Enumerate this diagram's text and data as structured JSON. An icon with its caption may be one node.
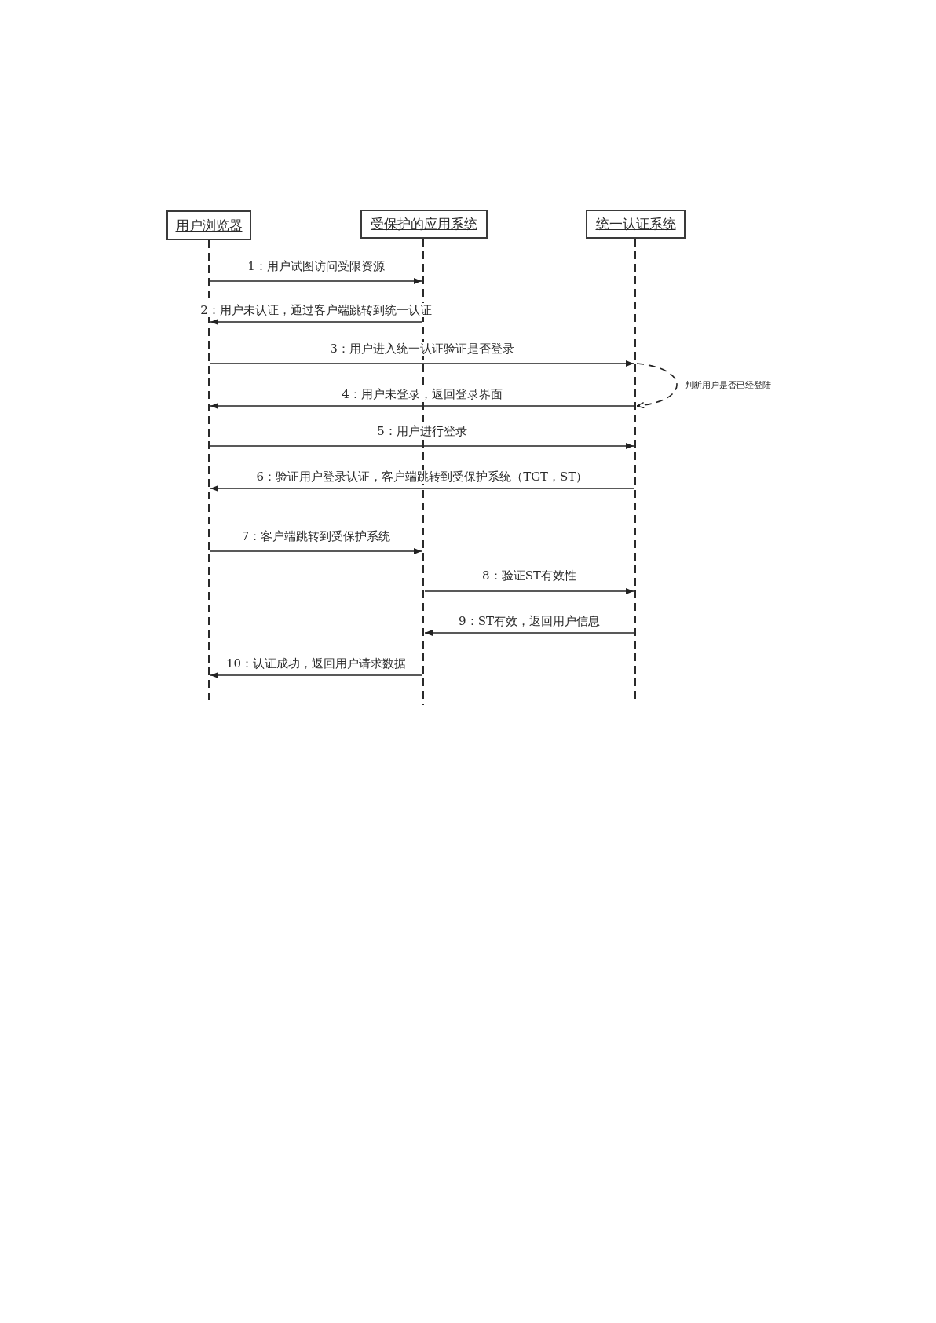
{
  "diagram": {
    "nodes": [
      {
        "text": [
          "用户浏览器"
        ]
      },
      {
        "text": [
          "受保护的应用系统"
        ]
      },
      {
        "text": [
          "统一认证系统"
        ]
      },
      {
        "text": [],
        "shape": "line"
      },
      {
        "text": [],
        "shape": "line"
      },
      {
        "text": [],
        "shape": "line"
      }
    ],
    "edges": [
      {
        "from": 3,
        "to": 4,
        "arrow": "to",
        "label": "1：用户试图访问受限资源"
      },
      {
        "from": 4,
        "to": 3,
        "arrow": "to",
        "label": "2：用户未认证，通过客户端跳转到统一认证"
      },
      {
        "from": 3,
        "to": 5,
        "arrow": "to",
        "label": "3：用户进入统一认证验证是否登录"
      },
      {
        "from": 5,
        "to": 5,
        "arrow": "to",
        "style": "dashed",
        "label": "判断用户是否已经登陆"
      },
      {
        "from": 5,
        "to": 3,
        "arrow": "to",
        "label": "4：用户未登录，返回登录界面"
      },
      {
        "from": 3,
        "to": 5,
        "arrow": "to",
        "label": "5：用户进行登录"
      },
      {
        "from": 5,
        "to": 3,
        "arrow": "to",
        "label": "6：验证用户登录认证，客户端跳转到受保护系统（TGT，ST）"
      },
      {
        "from": 3,
        "to": 4,
        "arrow": "to",
        "label": "7：客户端跳转到受保护系统"
      },
      {
        "from": 4,
        "to": 5,
        "arrow": "to",
        "label": "8：验证ST有效性"
      },
      {
        "from": 5,
        "to": 4,
        "arrow": "to",
        "label": "9：ST有效，返回用户信息"
      },
      {
        "from": 4,
        "to": 3,
        "arrow": "to",
        "label": "10：认证成功，返回用户请求数据"
      }
    ]
  }
}
